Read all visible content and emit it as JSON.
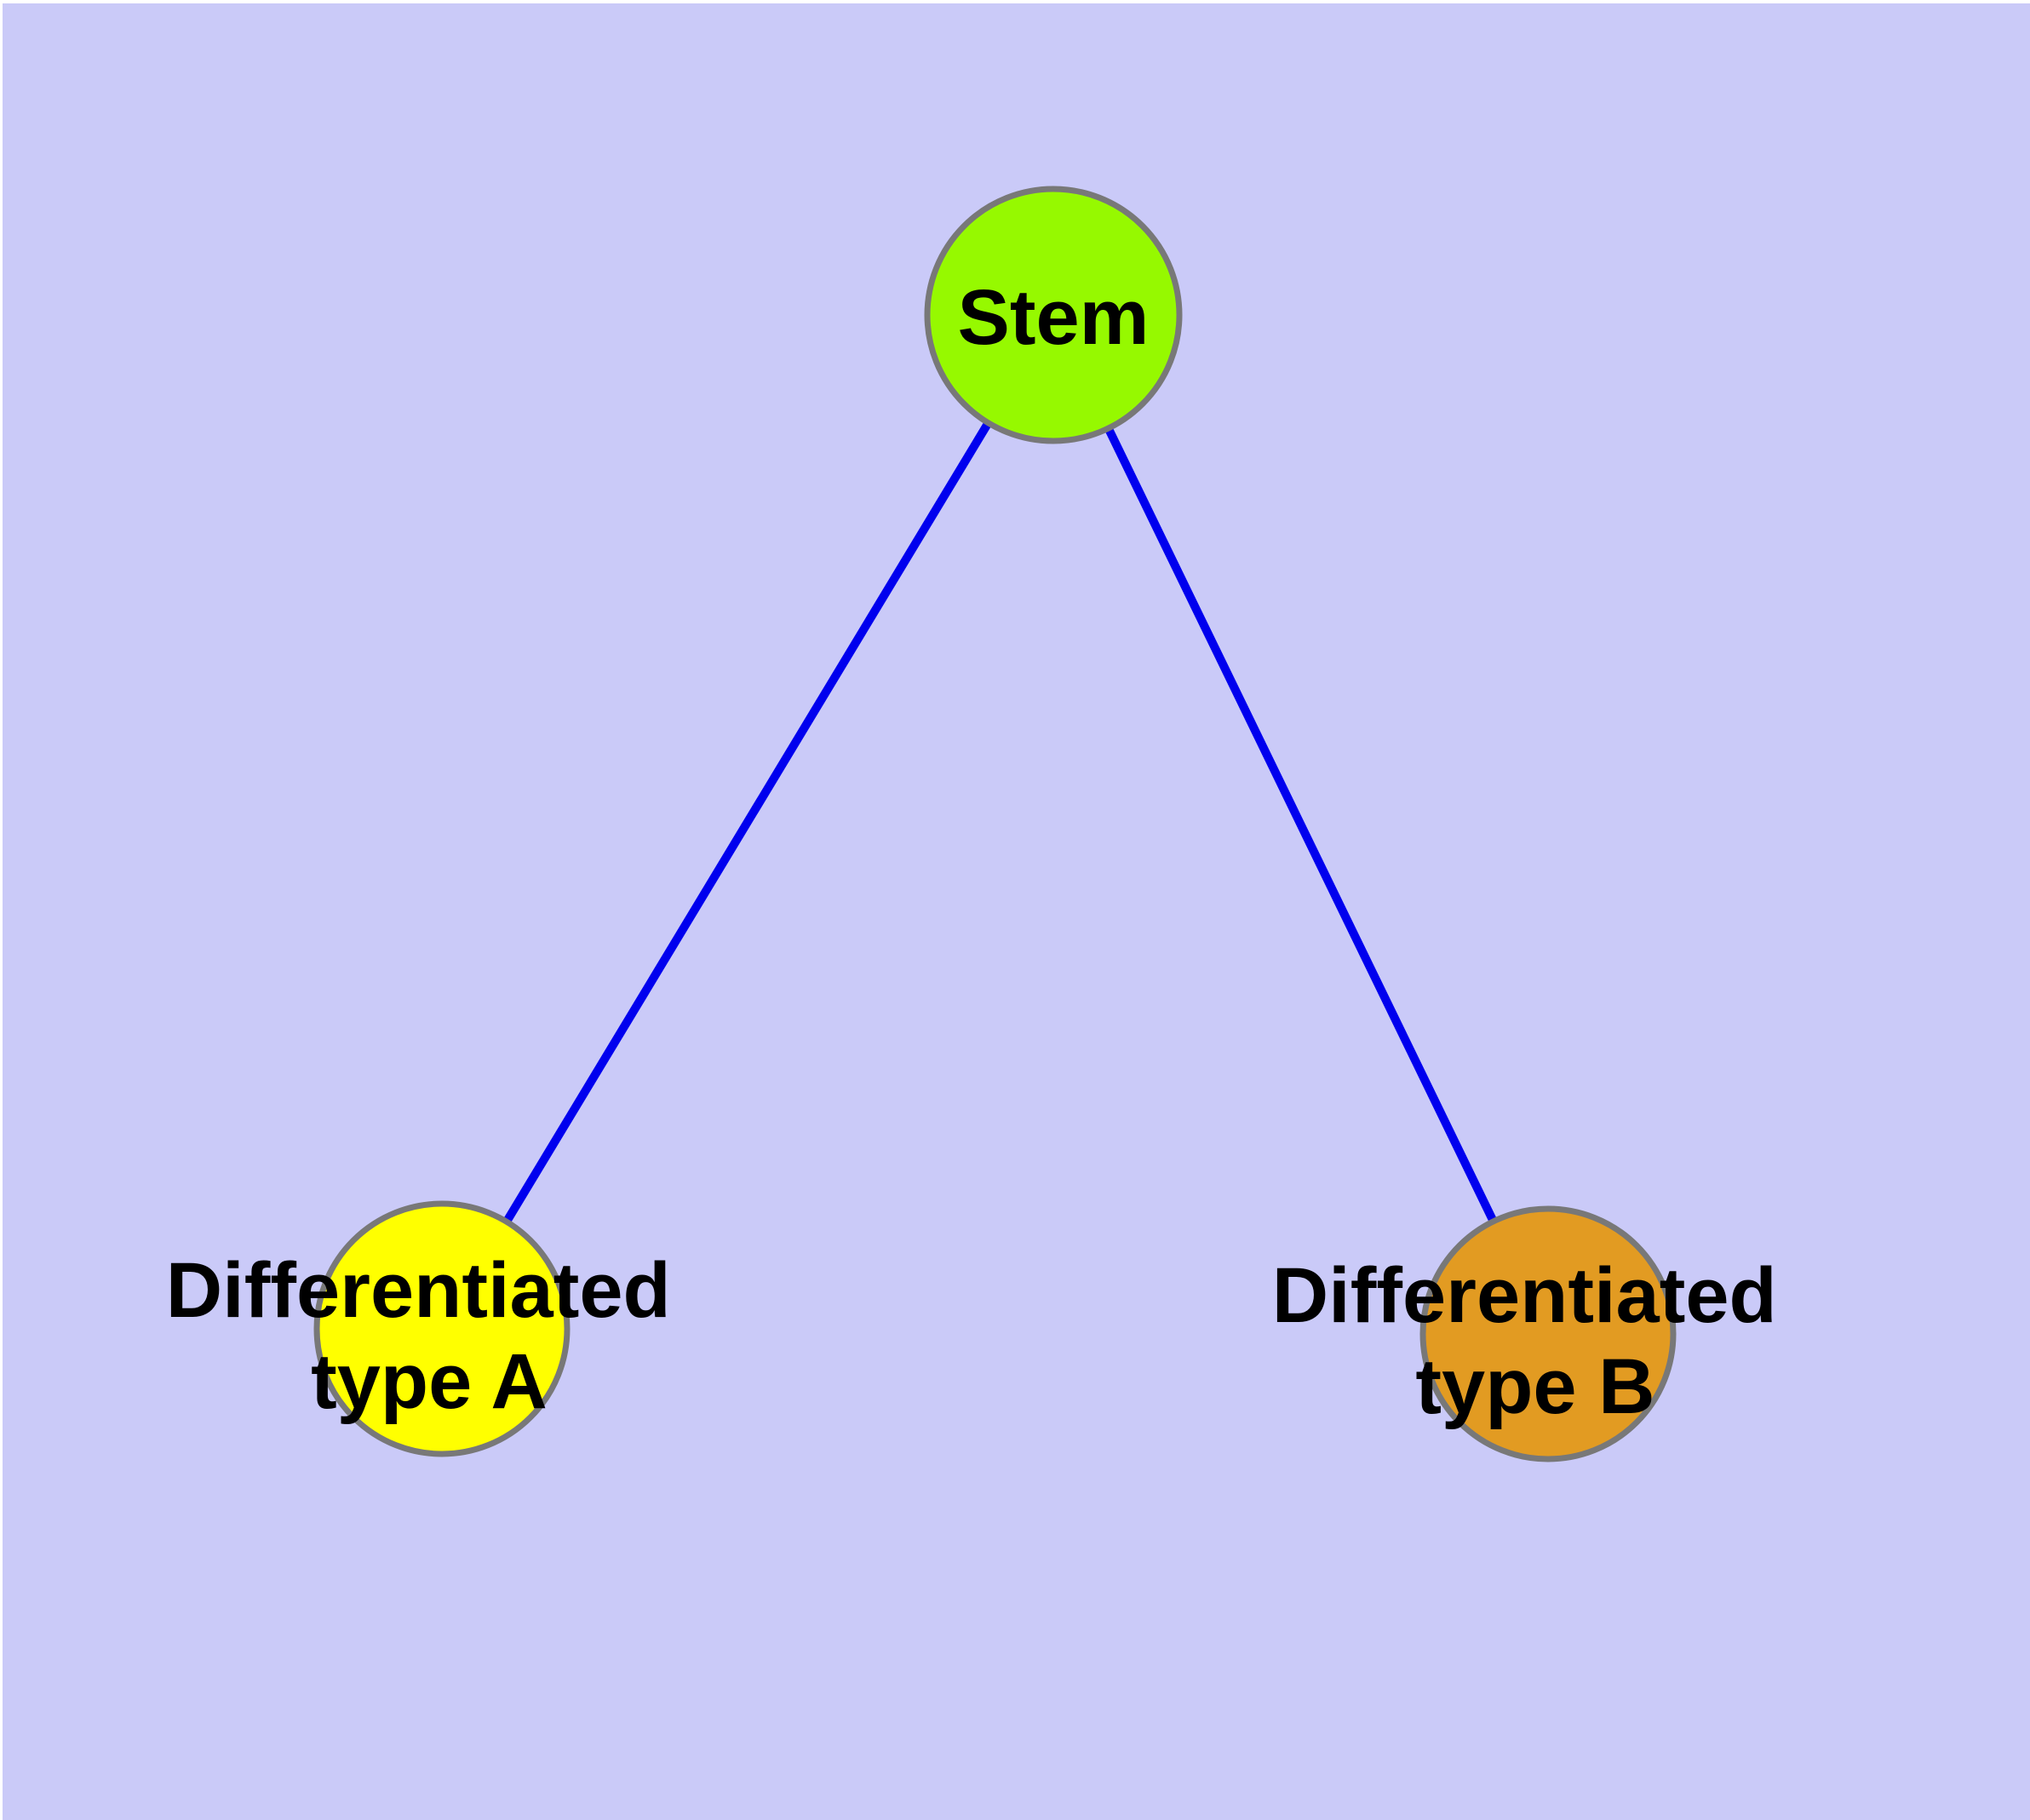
{
  "diagram": {
    "type": "node-link-graph",
    "background_color": "#cacaf8",
    "edge_color": "#0000ee",
    "node_border_color": "#787878",
    "nodes": [
      {
        "id": "stem",
        "label": "Stem",
        "color": "#96f900"
      },
      {
        "id": "differentiated-type-a",
        "label": "Differentiated type A",
        "label_lines": [
          "Differentiated",
          "type A"
        ],
        "color": "#ffff00"
      },
      {
        "id": "differentiated-type-b",
        "label": "Differentiated type B",
        "label_lines": [
          "Differentiated",
          "type B"
        ],
        "color": "#e29b22"
      }
    ],
    "edges": [
      {
        "from": "Stem",
        "to": "Differentiated type A"
      },
      {
        "from": "Stem",
        "to": "Differentiated type B"
      }
    ]
  }
}
